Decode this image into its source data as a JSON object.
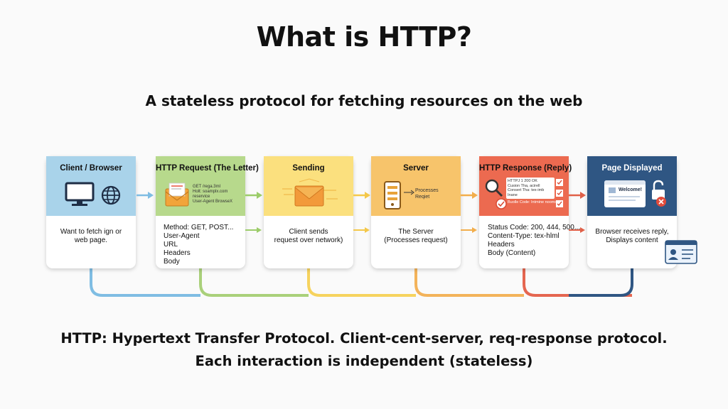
{
  "title": "What is HTTP?",
  "subtitle": "A stateless protocol for fetching resources on the web",
  "steps": [
    {
      "title": "Client / Browser",
      "lines": [
        "Want to fetch ign or",
        "web page."
      ]
    },
    {
      "title": "HTTP Request (The Letter)",
      "lines": [
        "Method: GET, POST...",
        "User-Agent",
        "URL",
        "Headers",
        "Body"
      ],
      "letter_lines": [
        "GET /rega.3ml",
        "Holt: soamplx.com",
        "reservice",
        "User-Agent BrowseX"
      ]
    },
    {
      "title": "Sending",
      "lines": [
        "Client sends",
        "request over network)"
      ]
    },
    {
      "title": "Server",
      "lines": [
        "The Server",
        "(Processes request)"
      ],
      "label_lines": [
        "Processes",
        "Reqiet"
      ]
    },
    {
      "title": "HTTP Response (Reply)",
      "lines": [
        "Status Code: 200, 444, 500...",
        "Content-Type: tex-hlml",
        "Headers",
        "Body (Content)"
      ],
      "reply_lines": [
        "HTTPJ 1     200 OK",
        "Cusion Tha, acirell",
        "Consert Tha: tex-imb",
        "Inane"
      ],
      "reply_footer": "Buolle Code: Intmine noomse)"
    },
    {
      "title": "Page Displayed",
      "lines": [
        "Browser receives reply,",
        "Displays content"
      ],
      "screen_text": "Welcome!"
    }
  ],
  "caption": {
    "line1": "HTTP: Hypertext Transfer Protocol. Client-cent-server, req-response protocol.",
    "line2": "Each interaction is independent (stateless)"
  },
  "colors": {
    "client": "#a9d3ea",
    "request": "#b7d98c",
    "sending": "#fbe07e",
    "server": "#f7c46b",
    "response": "#ec6a50",
    "display": "#2f5683"
  }
}
